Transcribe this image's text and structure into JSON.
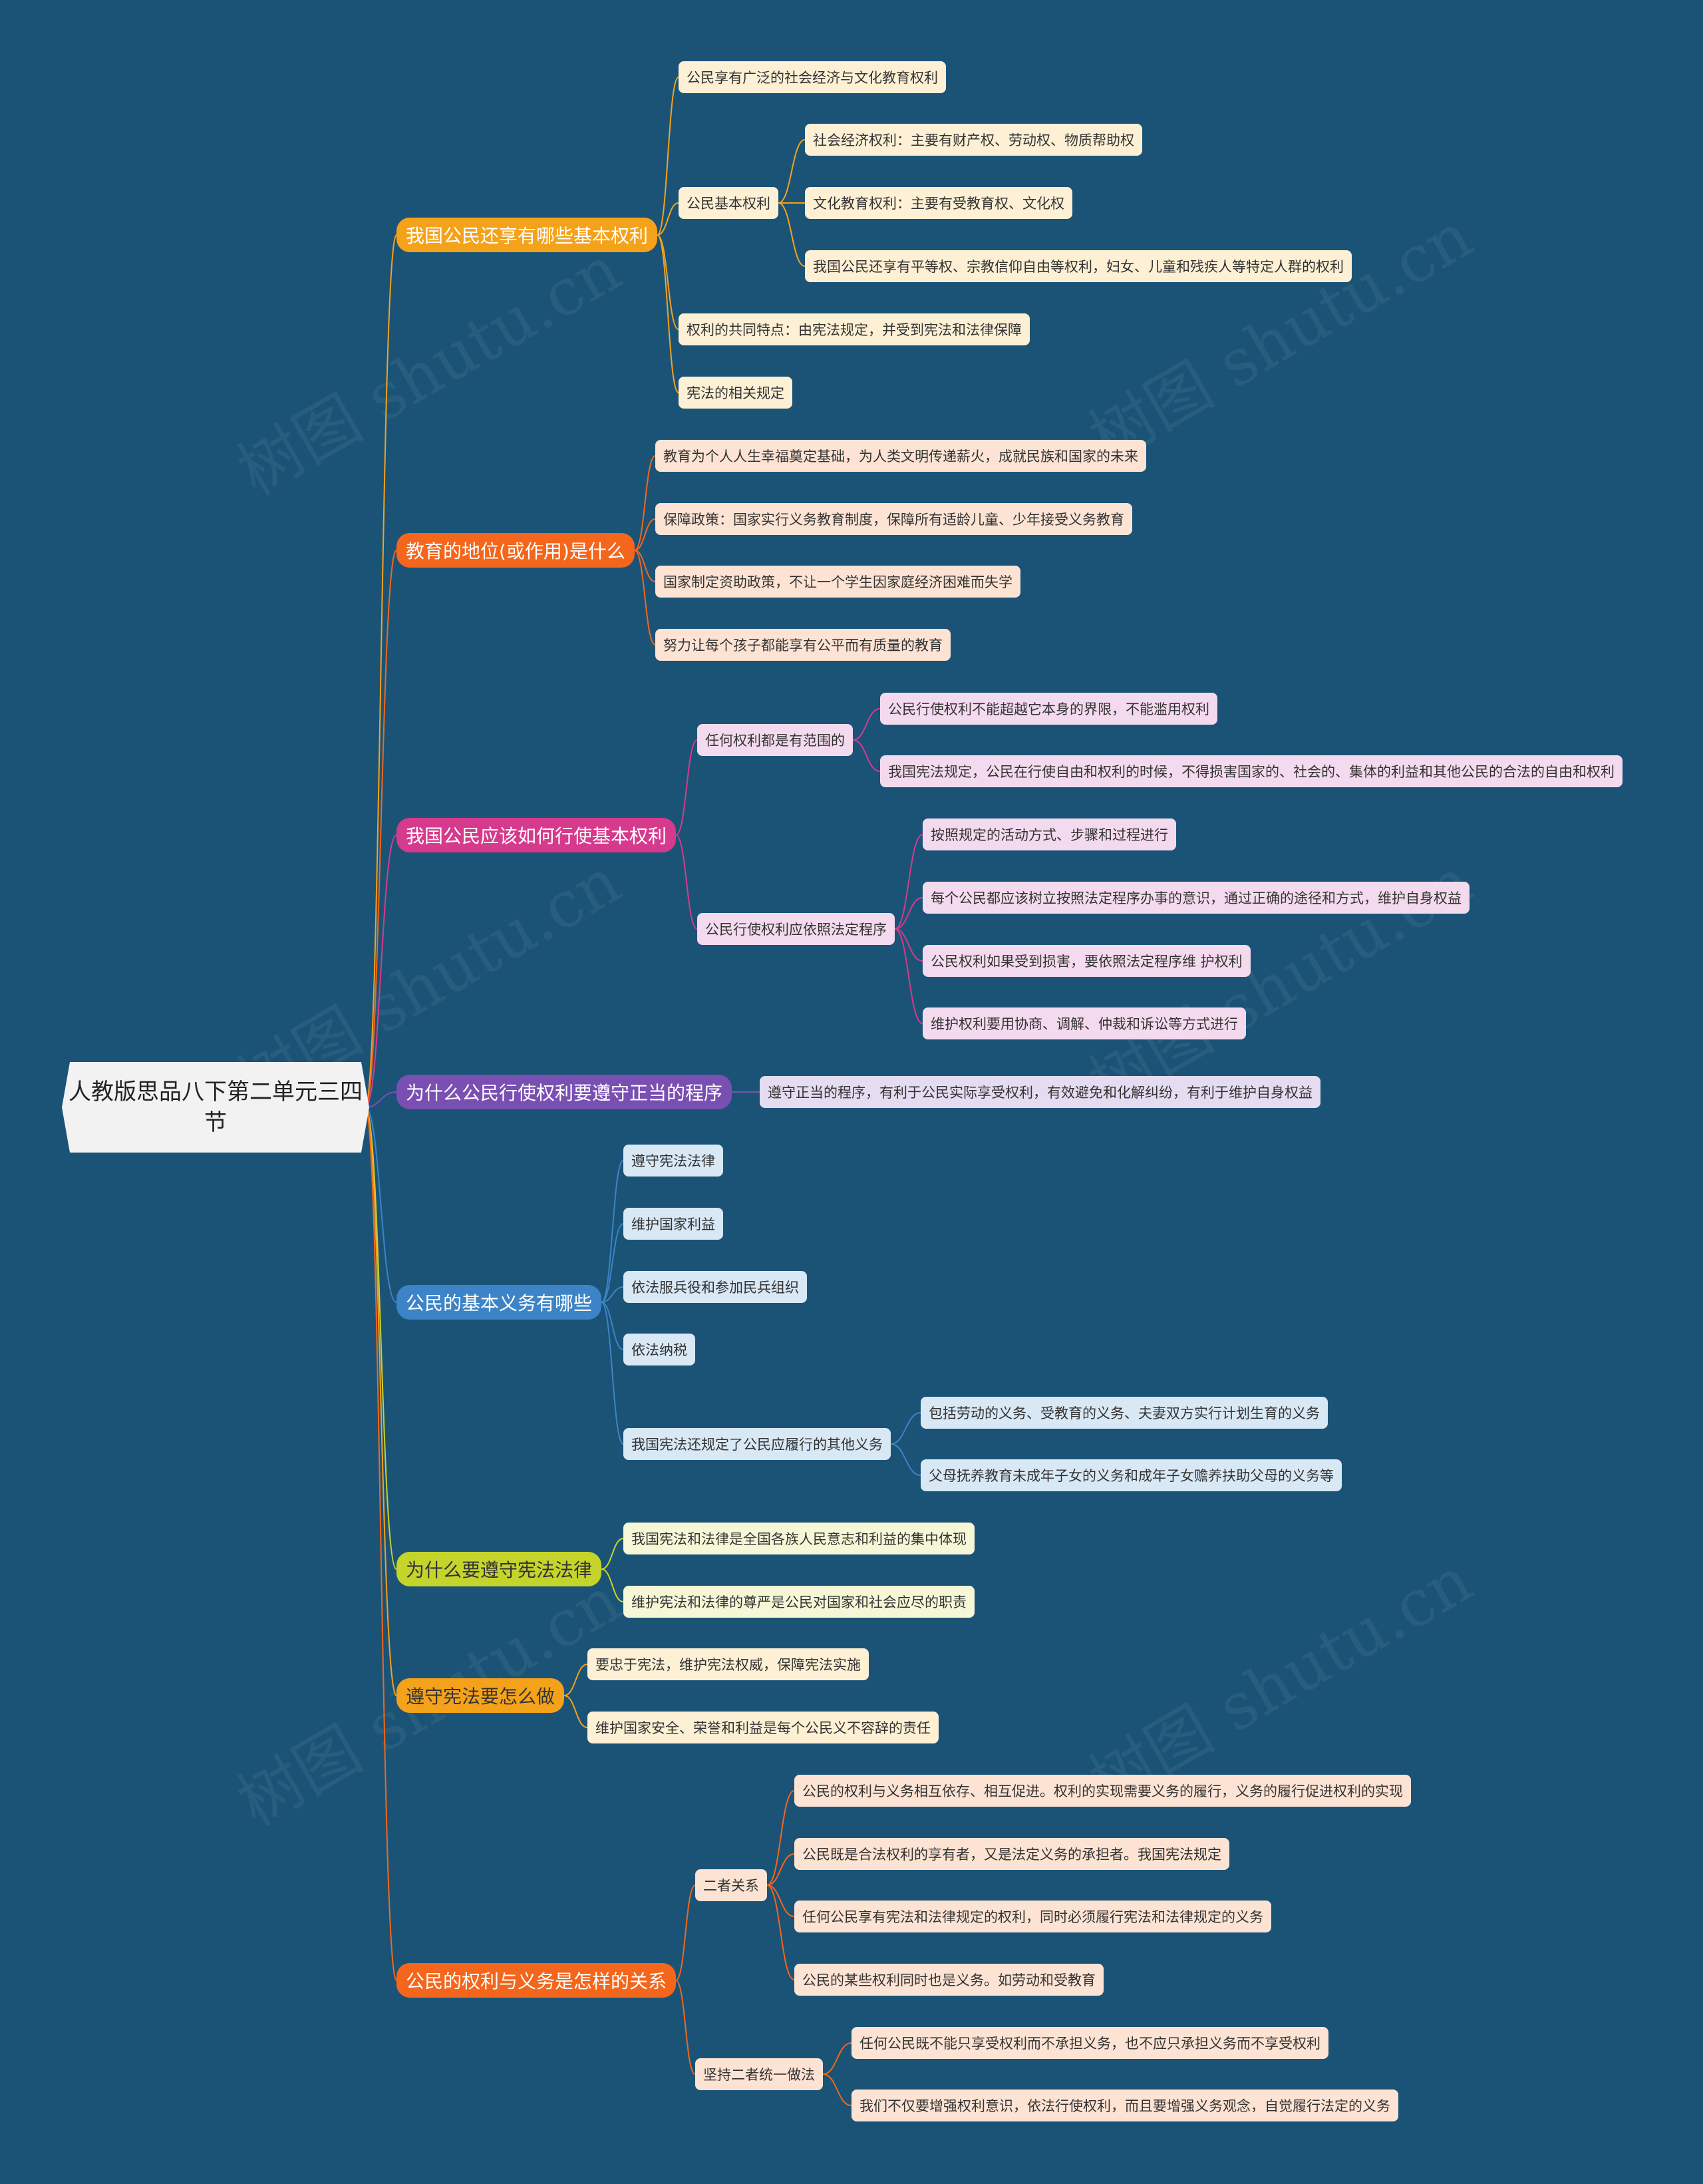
{
  "watermark": "树图 shutu.cn",
  "root": {
    "title": "人教版思品八下第二单元三四节"
  },
  "branches": [
    {
      "key": "b1",
      "label": "我国公民还享有哪些基本权利",
      "color": "#f5a21b"
    },
    {
      "key": "b2",
      "label": "教育的地位(或作用)是什么",
      "color": "#f4661b"
    },
    {
      "key": "b3",
      "label": "我国公民应该如何行使基本权利",
      "color": "#d63a8d"
    },
    {
      "key": "b4",
      "label": "为什么公民行使权利要遵守正当的程序",
      "color": "#7a4fb2"
    },
    {
      "key": "b5",
      "label": "公民的基本义务有哪些",
      "color": "#3c84c7"
    },
    {
      "key": "b6",
      "label": "为什么要遵守宪法法律",
      "color": "#c5d42a"
    },
    {
      "key": "b7",
      "label": "遵守宪法要怎么做",
      "color": "#f5a21b"
    },
    {
      "key": "b8",
      "label": "公民的权利与义务是怎样的关系",
      "color": "#f4661b"
    }
  ],
  "b1": {
    "n1": "公民享有广泛的社会经济与文化教育权利",
    "n2": "公民基本权利",
    "n2a": "社会经济权利：主要有财产权、劳动权、物质帮助权",
    "n2b": "文化教育权利：主要有受教育权、文化权",
    "n2c": "我国公民还享有平等权、宗教信仰自由等权利，妇女、儿童和残疾人等特定人群的权利",
    "n3": "权利的共同特点：由宪法规定，并受到宪法和法律保障",
    "n4": "宪法的相关规定"
  },
  "b2": {
    "n1": "教育为个人人生幸福奠定基础，为人类文明传递薪火，成就民族和国家的未来",
    "n2": "保障政策：国家实行义务教育制度，保障所有适龄儿童、少年接受义务教育",
    "n3": "国家制定资助政策，不让一个学生因家庭经济困难而失学",
    "n4": "努力让每个孩子都能享有公平而有质量的教育"
  },
  "b3": {
    "n1": "任何权利都是有范围的",
    "n1a": "公民行使权利不能超越它本身的界限，不能滥用权利",
    "n1b": "我国宪法规定，公民在行使自由和权利的时候，不得损害国家的、社会的、集体的利益和其他公民的合法的自由和权利",
    "n2": "公民行使权利应依照法定程序",
    "n2a": "按照规定的活动方式、步骤和过程进行",
    "n2b": "每个公民都应该树立按照法定程序办事的意识，通过正确的途径和方式，维护自身权益",
    "n2c": "公民权利如果受到损害，要依照法定程序维 护权利",
    "n2d": "维护权利要用协商、调解、仲裁和诉讼等方式进行"
  },
  "b4": {
    "n1": "遵守正当的程序，有利于公民实际享受权利，有效避免和化解纠纷，有利于维护自身权益"
  },
  "b5": {
    "n1": "遵守宪法法律",
    "n2": "维护国家利益",
    "n3": "依法服兵役和参加民兵组织",
    "n4": "依法纳税",
    "n5": "我国宪法还规定了公民应履行的其他义务",
    "n5a": "包括劳动的义务、受教育的义务、夫妻双方实行计划生育的义务",
    "n5b": "父母抚养教育未成年子女的义务和成年子女赡养扶助父母的义务等"
  },
  "b6": {
    "n1": "我国宪法和法律是全国各族人民意志和利益的集中体现",
    "n2": "维护宪法和法律的尊严是公民对国家和社会应尽的职责"
  },
  "b7": {
    "n1": "要忠于宪法，维护宪法权威，保障宪法实施",
    "n2": "维护国家安全、荣誉和利益是每个公民义不容辞的责任"
  },
  "b8": {
    "n1": "二者关系",
    "n1a": "公民的权利与义务相互依存、相互促进。权利的实现需要义务的履行，义务的履行促进权利的实现",
    "n1b": "公民既是合法权利的享有者，又是法定义务的承担者。我国宪法规定",
    "n1c": "任何公民享有宪法和法律规定的权利，同时必须履行宪法和法律规定的义务",
    "n1d": "公民的某些权利同时也是义务。如劳动和受教育",
    "n2": "坚持二者统一做法",
    "n2a": "任何公民既不能只享受权利而不承担义务，也不应只承担义务而不享受权利",
    "n2b": "我们不仅要增强权利意识，依法行使权利，而且要增强义务观念，自觉履行法定的义务"
  }
}
